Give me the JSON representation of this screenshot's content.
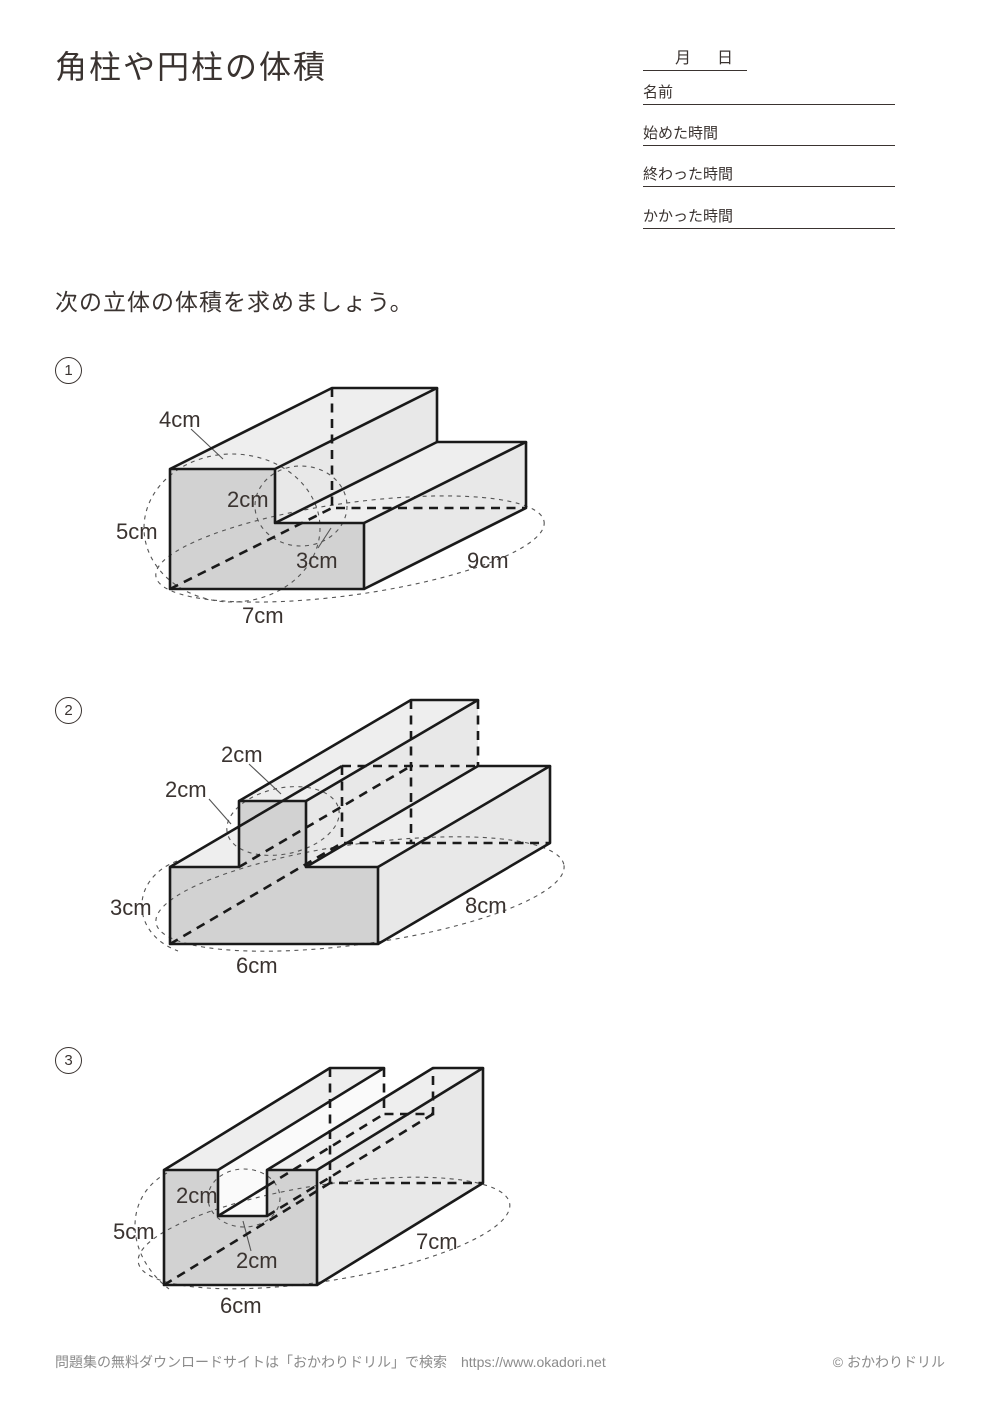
{
  "title": "角柱や円柱の体積",
  "header": {
    "date": {
      "month": "月",
      "day": "日"
    },
    "fields": [
      {
        "label": "名前"
      },
      {
        "label": "始めた時間"
      },
      {
        "label": "終わった時間"
      },
      {
        "label": "かかった時間"
      }
    ]
  },
  "instruction": "次の立体の体積を求めましょう。",
  "problems": [
    {
      "number": "1",
      "shape": "step-prism",
      "dimensions": {
        "top_width": "4cm",
        "step_height": "2cm",
        "left_height": "5cm",
        "notch_width": "3cm",
        "depth": "9cm",
        "bottom_width": "7cm"
      }
    },
    {
      "number": "2",
      "shape": "t-prism",
      "dimensions": {
        "tab_width": "2cm",
        "tab_height": "2cm",
        "left_height": "3cm",
        "depth": "8cm",
        "bottom_width": "6cm"
      }
    },
    {
      "number": "3",
      "shape": "u-groove-prism",
      "dimensions": {
        "groove_depth": "2cm",
        "left_height": "5cm",
        "groove_width": "2cm",
        "depth": "7cm",
        "bottom_width": "6cm"
      }
    }
  ],
  "footer": {
    "left": "問題集の無料ダウンロードサイトは「おかわりドリル」で検索　https://www.okadori.net",
    "copyright": "© おかわりドリル"
  },
  "colors": {
    "text": "#3a3330",
    "line": "#1a1a1a",
    "front_face": "#d2d2d2",
    "top_face": "#eeeeee",
    "side_face": "#e8e8e8",
    "muted": "#8b8b8b"
  }
}
